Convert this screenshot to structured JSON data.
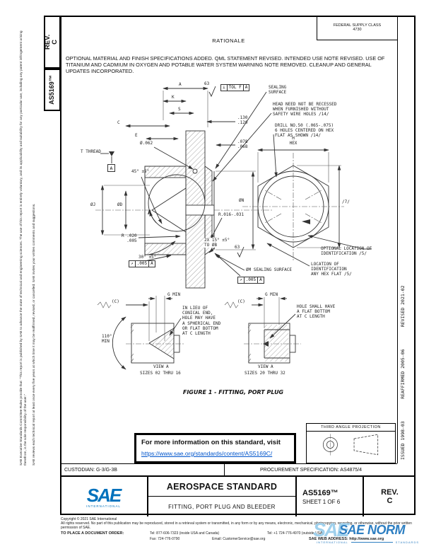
{
  "colors": {
    "sae_blue": "#0071bc",
    "watermark_light": "#9fd0ec",
    "watermark_dark": "#2e7fc2",
    "link_blue": "#0055cc"
  },
  "margins": {
    "left_line1": "SAE Executive Standards Committee Rules provide that: \"This report is published by SAE to advance the state of technical and engineering sciences. The use of this report is entirely voluntary, and its applicability and suitability for any particular use, including any patent infringement arising therefrom, is the sole responsibility of the user.\"",
    "left_line2": "SAE reviews each technical report at least once every five years at which time it may be reaffirmed, revised, or cancelled. SAE invites your written comments and suggestions.",
    "right_history": "ISSUED 1998-03        REAFFIRMED 2005-06        REVISED 2021-02"
  },
  "header": {
    "rev_box": "REV.\nC",
    "doc_box": "AS5169™",
    "supply_class_line1": "FEDERAL SUPPLY CLASS",
    "supply_class_line2": "4730",
    "rationale_title": "RATIONALE",
    "rationale_text": "OPTIONAL MATERIAL AND FINISH SPECIFICATIONS ADDED. QML STATEMENT REVISED. INTENDED USE NOTE REVISED. USE OF TITANIUM AND CADMIUM IN OXYGEN AND POTABLE WATER SYSTEM WARNING NOTE REMOVED. CLEANUP AND GENERAL UPDATES INCORPORATED."
  },
  "drawing": {
    "labels": {
      "dim_a": "A",
      "dim_k": "K",
      "dim_s": "S",
      "dim_c": "C",
      "dim_e": "E",
      "finish_top": "63",
      "sealing_surface": "SEALING\nSURFACE",
      "note_head": "HEAD NEED NOT BE RECESSED\nWHEN FURNISHED WITHOUT\nSAFETY WIRE HOLES /14/",
      "note_drill": "DRILL NO.50 (.065-.075)\n6 HOLES CENTERED ON HEX\nFLAT AS SHOWN /14/",
      "head_thk": ".130\n.120",
      "flange_thk": ".078\n.068",
      "dia_062": "Ø.062",
      "t_thread": "T THREAD",
      "datum_a": "A",
      "angle_45": "45° ±5°",
      "dia_j": "ØJ",
      "dia_d": "ØD",
      "dia_n": "ØN",
      "view_marker": "A",
      "r_fillet": "R.016-.031",
      "r_runout": "R .020\n  .005",
      "angle_30": "30° ±5°",
      "chamfer": "2X 15° ±5°\nTO ØB",
      "finish_bottom": "63",
      "dia_m": "ØM SEALING SURFACE",
      "hex_h": "H\nHEX",
      "hex_corner": "/7/",
      "note_opt_id": "OPTIONAL LOCATION OF\nIDENTIFICATION /5/",
      "note_loc_id": "LOCATION OF\nIDENTIFICATION\nANY HEX FLAT /5/"
    },
    "fcf_top": [
      "⊥",
      "TOL F",
      "A"
    ],
    "fcf_left": [
      "↗",
      ".005",
      "A"
    ],
    "fcf_bottom": [
      "↗",
      ".005",
      "A"
    ],
    "view1": {
      "c": "(C)",
      "g": "G MIN",
      "angle": "110°\nMIN",
      "note": "IN LIEU OF\nCONICAL END,\nHOLE MAY HAVE\nA SPHERICAL END\nOR FLAT BOTTOM\nAT C LENGTH",
      "cap1": "VIEW A",
      "cap2": "SIZES 02 THRU 16"
    },
    "view2": {
      "c": "(C)",
      "g": "G MIN",
      "note": "HOLE SHALL HAVE\nA FLAT BOTTOM\nAT C LENGTH",
      "cap1": "VIEW A",
      "cap2": "SIZES 20 THRU 32"
    },
    "figure_caption": "FIGURE 1 - FITTING, PORT PLUG"
  },
  "info_box": {
    "text": "For more information on this standard, visit",
    "link": "https://www.sae.org/standards/content/AS5169C/"
  },
  "projection": {
    "title": "THIRD ANGLE PROJECTION"
  },
  "title_block": {
    "custodian": "CUSTODIAN: G-3/G-3B",
    "procurement": "PROCUREMENT SPECIFICATION: AS4875/4",
    "brand_name": "SAE",
    "brand_sub": "INTERNATIONAL",
    "standard_type": "AEROSPACE STANDARD",
    "doc_title": "FITTING, PORT PLUG AND BLEEDER",
    "doc_number": "AS5169™",
    "sheet": "SHEET 1 OF 6",
    "rev_label": "REV.",
    "rev_value": "C"
  },
  "footer": {
    "copyright": "Copyright © 2021 SAE International",
    "rights": "All rights reserved. No part of this publication may be reproduced, stored in a retrieval system or transmitted, in any form or by any means, electronic, mechanical, photocopying, recording, or otherwise, without the prior written permission of SAE.",
    "order_label": "TO PLACE A DOCUMENT ORDER:",
    "tel1": "Tel: 877-606-7323 (inside USA and Canada)",
    "tel2": "Tel: +1 724-776-4970 (outside USA)",
    "fax": "Fax: 724-776-0790",
    "email": "Email: CustomerService@sae.org",
    "web": "SAE WEB ADDRESS: http://www.sae.org"
  },
  "watermark": {
    "logo": "SAE",
    "title": "SAE NORM",
    "sub_left": "INTERNATIONAL",
    "sub_right": "STANDARDS"
  }
}
